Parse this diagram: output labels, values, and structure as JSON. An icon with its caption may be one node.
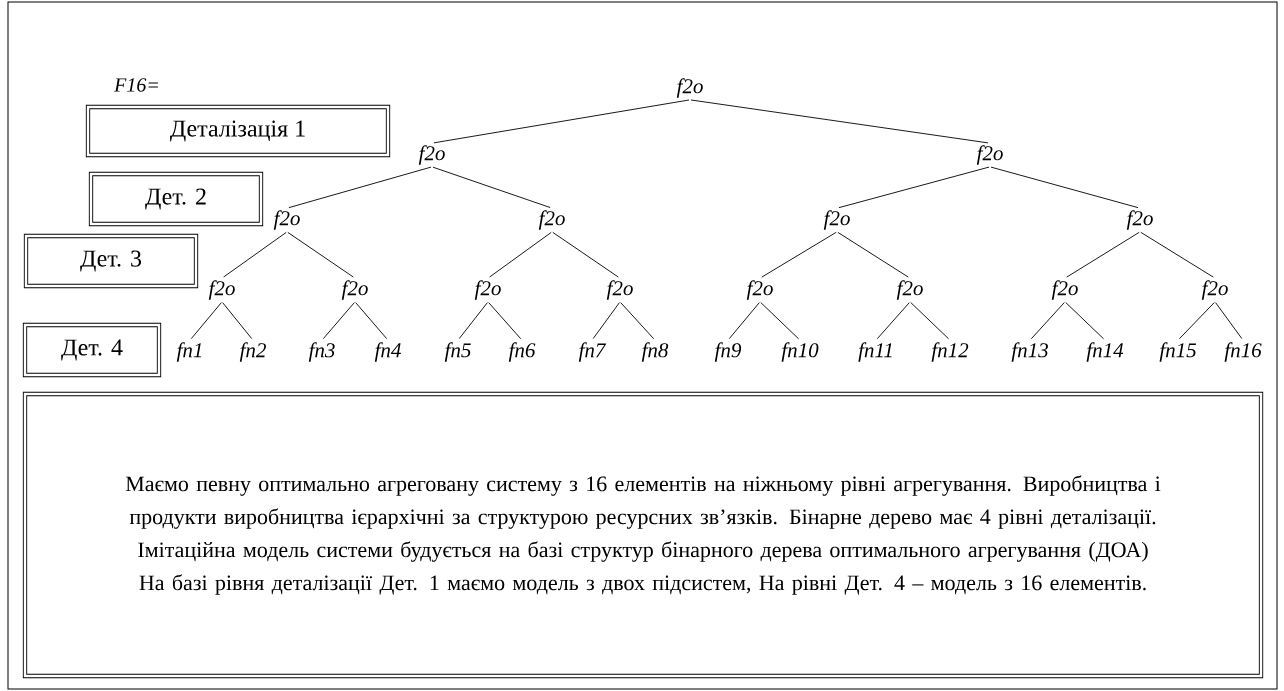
{
  "diagram": {
    "nodes": [
      {
        "text": [
          "f2o"
        ]
      },
      {
        "text": [
          "f2o"
        ]
      },
      {
        "text": [
          "f2o"
        ]
      },
      {
        "text": [
          "f2o"
        ]
      },
      {
        "text": [
          "f2o"
        ]
      },
      {
        "text": [
          "f2o"
        ]
      },
      {
        "text": [
          "f2o"
        ]
      },
      {
        "text": [
          "f2o"
        ]
      },
      {
        "text": [
          "f2o"
        ]
      },
      {
        "text": [
          "f2o"
        ]
      },
      {
        "text": [
          "f2o"
        ]
      },
      {
        "text": [
          "f2o"
        ]
      },
      {
        "text": [
          "f2o"
        ]
      },
      {
        "text": [
          "f2o"
        ]
      },
      {
        "text": [
          "f2o"
        ]
      },
      {
        "text": [
          "fn1"
        ]
      },
      {
        "text": [
          "fn2"
        ]
      },
      {
        "text": [
          "fn3"
        ]
      },
      {
        "text": [
          "fn4"
        ]
      },
      {
        "text": [
          "fn5"
        ]
      },
      {
        "text": [
          "fn6"
        ]
      },
      {
        "text": [
          "fn7"
        ]
      },
      {
        "text": [
          "fn8"
        ]
      },
      {
        "text": [
          "fn9"
        ]
      },
      {
        "text": [
          "fn10"
        ]
      },
      {
        "text": [
          "fn11"
        ]
      },
      {
        "text": [
          "fn12"
        ]
      },
      {
        "text": [
          "fn13"
        ]
      },
      {
        "text": [
          "fn14"
        ]
      },
      {
        "text": [
          "fn15"
        ]
      },
      {
        "text": [
          "fn16"
        ]
      },
      {
        "text": [
          "Деталізація 1"
        ]
      },
      {
        "text": [
          "Дет. 2"
        ]
      },
      {
        "text": [
          "Дет. 3"
        ]
      },
      {
        "text": [
          "Дет. 4"
        ]
      },
      {
        "text": [
          "Маємо певну оптимально агреговану систему з 16 елементів на ніжньому рівні агрегування. Виробництва і продукти виробництва ієрархічні за структурою ресурсних зв’язків. Бінарне дерево має 4 рівні деталізації. Імітаційна модель системи будується на базі структур бінарного дерева оптимального агрегування (ДОА) На базі рівня деталізації Дет. 1 маємо модель з двох підсистем, На рівні Дет. 4 – модель з 16 елементів."
        ]
      }
    ],
    "edges": [
      {
        "from": 0,
        "to": 1,
        "arrow": "none"
      },
      {
        "from": 0,
        "to": 2,
        "arrow": "none"
      },
      {
        "from": 1,
        "to": 3,
        "arrow": "none"
      },
      {
        "from": 1,
        "to": 4,
        "arrow": "none"
      },
      {
        "from": 2,
        "to": 5,
        "arrow": "none"
      },
      {
        "from": 2,
        "to": 6,
        "arrow": "none"
      },
      {
        "from": 3,
        "to": 7,
        "arrow": "none"
      },
      {
        "from": 3,
        "to": 8,
        "arrow": "none"
      },
      {
        "from": 4,
        "to": 9,
        "arrow": "none"
      },
      {
        "from": 4,
        "to": 10,
        "arrow": "none"
      },
      {
        "from": 5,
        "to": 11,
        "arrow": "none"
      },
      {
        "from": 5,
        "to": 12,
        "arrow": "none"
      },
      {
        "from": 6,
        "to": 13,
        "arrow": "none"
      },
      {
        "from": 6,
        "to": 14,
        "arrow": "none"
      },
      {
        "from": 7,
        "to": 15,
        "arrow": "none"
      },
      {
        "from": 7,
        "to": 16,
        "arrow": "none"
      },
      {
        "from": 8,
        "to": 17,
        "arrow": "none"
      },
      {
        "from": 8,
        "to": 18,
        "arrow": "none"
      },
      {
        "from": 9,
        "to": 19,
        "arrow": "none"
      },
      {
        "from": 9,
        "to": 20,
        "arrow": "none"
      },
      {
        "from": 10,
        "to": 21,
        "arrow": "none"
      },
      {
        "from": 10,
        "to": 22,
        "arrow": "none"
      },
      {
        "from": 11,
        "to": 23,
        "arrow": "none"
      },
      {
        "from": 11,
        "to": 24,
        "arrow": "none"
      },
      {
        "from": 12,
        "to": 25,
        "arrow": "none"
      },
      {
        "from": 12,
        "to": 26,
        "arrow": "none"
      },
      {
        "from": 13,
        "to": 27,
        "arrow": "none"
      },
      {
        "from": 13,
        "to": 28,
        "arrow": "none"
      },
      {
        "from": 14,
        "to": 29,
        "arrow": "none"
      },
      {
        "from": 14,
        "to": 30,
        "arrow": "none"
      }
    ],
    "labels": [
      "F16="
    ]
  }
}
